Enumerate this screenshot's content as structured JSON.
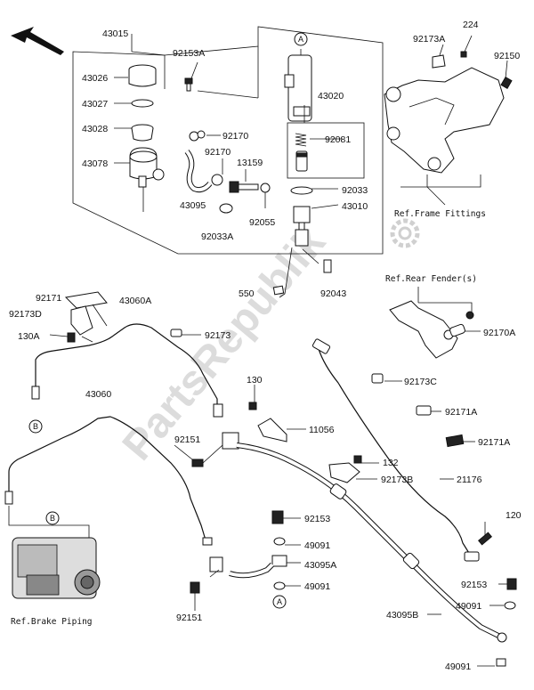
{
  "watermark": "PartsRepublik",
  "part_labels": [
    "43015",
    "43026",
    "43027",
    "43028",
    "43078",
    "92153A",
    "92170",
    "92170",
    "13159",
    "43095",
    "92033A",
    "92055",
    "43020",
    "92081",
    "92033",
    "43010",
    "224",
    "92173A",
    "92150",
    "550",
    "92043",
    "92171",
    "92173D",
    "130A",
    "43060A",
    "92173",
    "43060",
    "130",
    "92151",
    "11056",
    "92173C",
    "92171A",
    "92171A",
    "92170A",
    "132",
    "92173B",
    "21176",
    "92153",
    "49091",
    "43095A",
    "49091",
    "92151",
    "120",
    "92153",
    "43095B",
    "49091",
    "49091"
  ],
  "references": {
    "frame": "Ref.Frame Fittings",
    "fender": "Ref.Rear Fender(s)",
    "brake": "Ref.Brake Piping"
  },
  "callouts": [
    "A",
    "A",
    "B",
    "B"
  ]
}
